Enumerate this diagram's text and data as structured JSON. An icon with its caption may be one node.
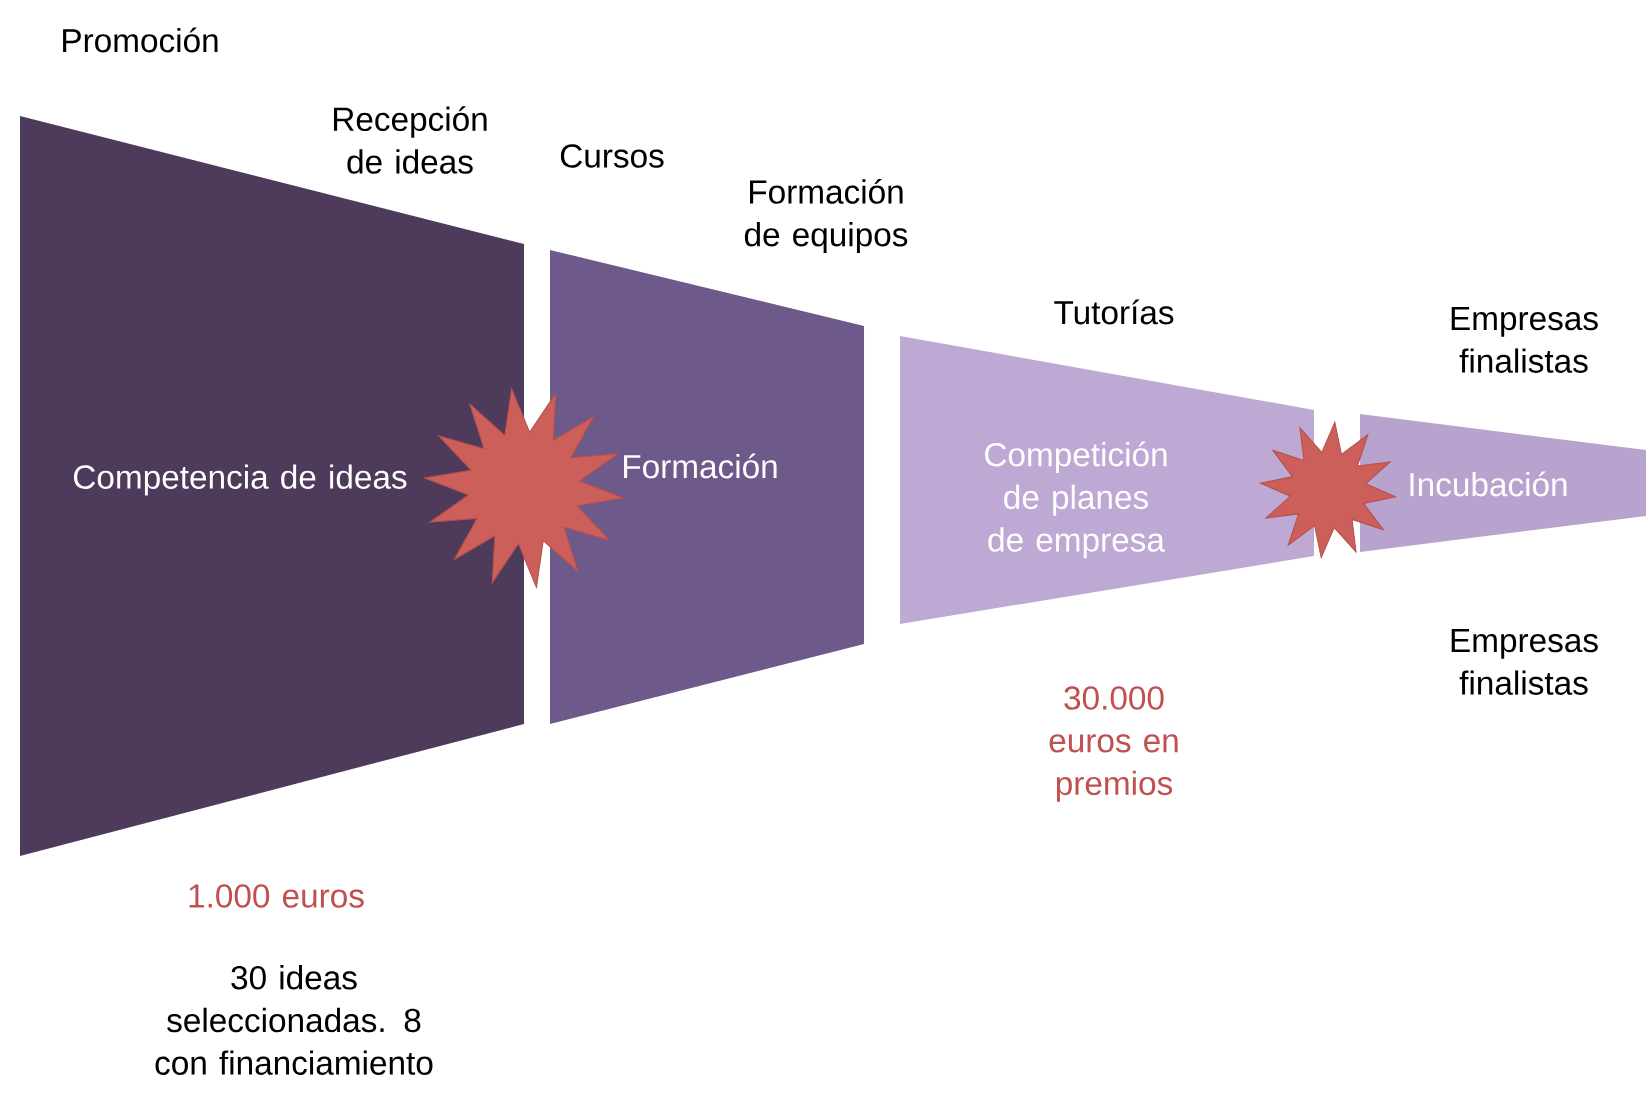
{
  "diagram": {
    "nodes": [
      {
        "text": [
          "Competencia de ideas"
        ]
      },
      {
        "text": [
          "Formación"
        ]
      },
      {
        "text": [
          "Competición de planes de empresa"
        ]
      },
      {
        "text": [
          "Incubación"
        ]
      },
      {
        "text": [],
        "shape": "star"
      },
      {
        "text": [],
        "shape": "star"
      }
    ],
    "edges": [],
    "labels": [
      "Promoción",
      "Recepción de ideas",
      "Cursos",
      "Formación de equipos",
      "Tutorías",
      "Empresas finalistas",
      "Empresas finalistas",
      "30.000 euros en premios",
      "1.000 euros",
      "30 ideas seleccionadas. 8 con financiamiento"
    ]
  }
}
